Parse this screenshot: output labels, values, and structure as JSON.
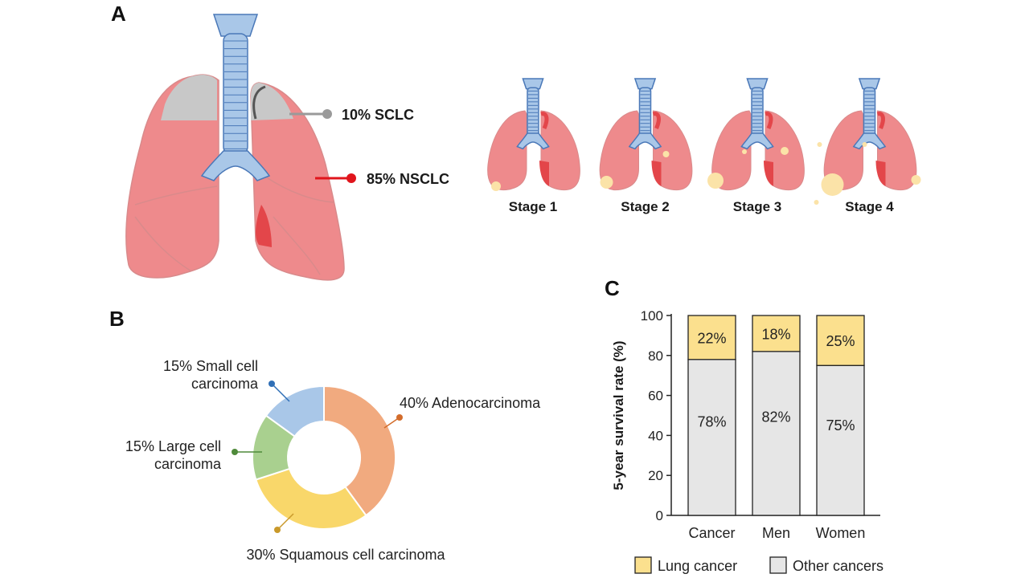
{
  "panels": {
    "a": "A",
    "b": "B",
    "c": "C"
  },
  "panel_a": {
    "sclc_label": "10% SCLC",
    "nsclc_label": "85% NSCLC",
    "stages": [
      {
        "label": "Stage 1",
        "tumors": 1
      },
      {
        "label": "Stage 2",
        "tumors": 2
      },
      {
        "label": "Stage 3",
        "tumors": 3
      },
      {
        "label": "Stage 4",
        "tumors": 4
      }
    ]
  },
  "colors": {
    "lung": "#ee8a8c",
    "lung_dark": "#e3464a",
    "lung_edge": "#d98a8b",
    "sclc_gray": "#c8c8c8",
    "trachea": "#a9c7e8",
    "trachea_edge": "#4a78b8",
    "tumor": "#fbe3a8",
    "sclc_marker": "#9a9a9a",
    "nsclc_marker": "#e0151c",
    "lung_cancer": "#fbe08e",
    "other_cancers": "#e6e6e6"
  },
  "chart_data": [
    {
      "type": "pie",
      "variant": "donut",
      "slices": [
        {
          "label": "40% Adenocarcinoma",
          "value": 40,
          "color": "#f1aa7f",
          "marker": "#d36c2b"
        },
        {
          "label": "30% Squamous cell carcinoma",
          "value": 30,
          "color": "#f9d76a",
          "marker": "#c9992a"
        },
        {
          "label": "15% Large cell carcinoma",
          "value": 15,
          "color": "#a9d08f",
          "marker": "#4f8a3a"
        },
        {
          "label": "15% Small cell carcinoma",
          "value": 15,
          "color": "#a9c7e8",
          "marker": "#2f6fb6"
        }
      ]
    },
    {
      "type": "bar",
      "stacked": true,
      "categories": [
        "Cancer",
        "Men",
        "Women"
      ],
      "series": [
        {
          "name": "Other cancers",
          "values": [
            78,
            82,
            75
          ],
          "labels": [
            "78%",
            "82%",
            "75%"
          ]
        },
        {
          "name": "Lung cancer",
          "values": [
            22,
            18,
            25
          ],
          "labels": [
            "22%",
            "18%",
            "25%"
          ]
        }
      ],
      "ylabel": "5-year survival rate (%)",
      "ylim": [
        0,
        100
      ],
      "yticks": [
        0,
        20,
        40,
        60,
        80,
        100
      ],
      "legend": [
        "Lung cancer",
        "Other cancers"
      ]
    }
  ]
}
